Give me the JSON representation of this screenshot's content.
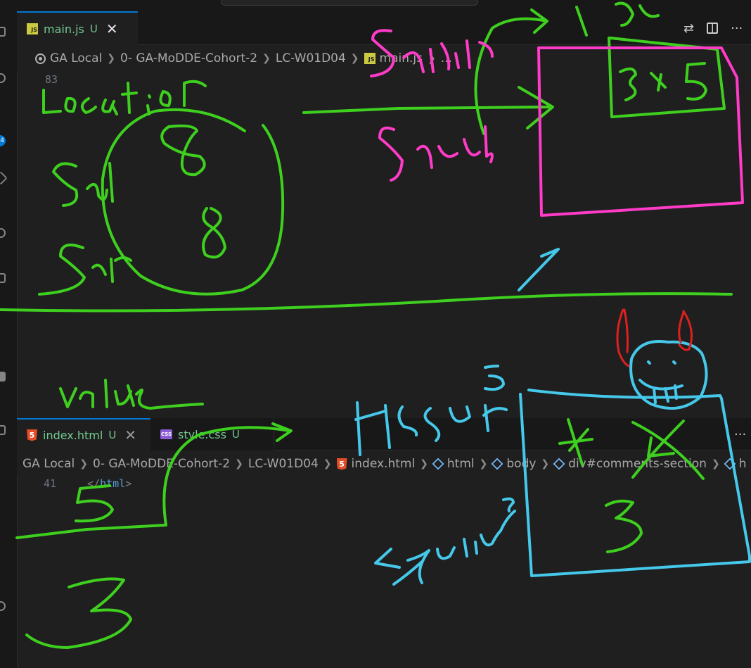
{
  "top_editor": {
    "tab": {
      "icon": "javascript-file-icon",
      "filename": "main.js",
      "status": "U",
      "close": "✕"
    },
    "actions": {
      "compare": "git-compare-icon",
      "split": "split-editor-icon",
      "more": "···"
    },
    "breadcrumb": {
      "items": [
        "GA Local",
        "0- GA-MoDDE-Cohort-2",
        "LC-W01D04",
        "main.js",
        "..."
      ]
    },
    "line_number": "83"
  },
  "bottom_editor": {
    "tabs": [
      {
        "icon": "html-file-icon",
        "filename": "index.html",
        "status": "U",
        "close": "✕"
      },
      {
        "icon": "css-file-icon",
        "filename": "style.css",
        "status": "U"
      }
    ],
    "more": "···",
    "breadcrumb": {
      "items": [
        "GA Local",
        "0- GA-MoDDE-Cohort-2",
        "LC-W01D04",
        "index.html",
        "html",
        "body",
        "div#comments-section",
        "h"
      ]
    },
    "line_number": "41",
    "code": {
      "open": "</",
      "tag": "html",
      "close": ">"
    }
  },
  "activity_bar": {
    "badge": "4"
  },
  "drawing_colors": {
    "green": "#3ecf1f",
    "pink": "#ff3bc8",
    "cyan": "#45c8ea",
    "red": "#e02020"
  }
}
